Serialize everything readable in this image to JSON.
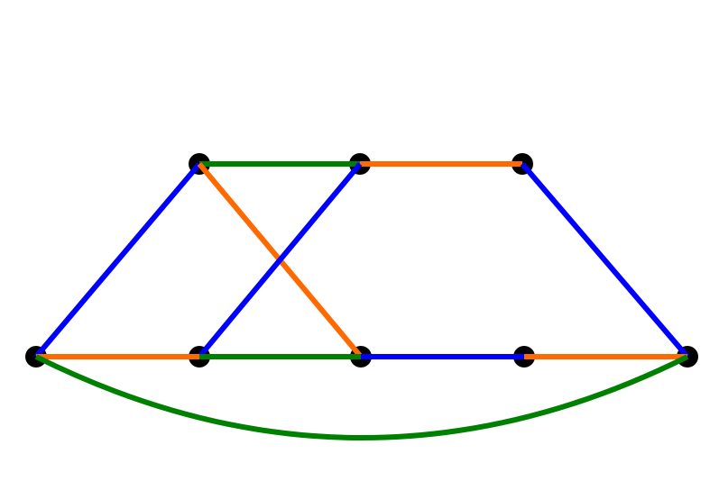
{
  "graph": {
    "nodes": [
      "t1",
      "t2",
      "t3",
      "b1",
      "b2",
      "b3",
      "b4",
      "b5"
    ],
    "node_color": "#000000",
    "colors": {
      "green": "#008000",
      "orange": "#ff6a00",
      "blue": "#0000ff"
    },
    "edges": [
      {
        "from": "t1",
        "to": "t2",
        "color": "green"
      },
      {
        "from": "t2",
        "to": "t3",
        "color": "orange"
      },
      {
        "from": "t3",
        "to": "b5",
        "color": "blue"
      },
      {
        "from": "t1",
        "to": "b1",
        "color": "blue"
      },
      {
        "from": "t1",
        "to": "b3",
        "color": "orange"
      },
      {
        "from": "t2",
        "to": "b2",
        "color": "blue"
      },
      {
        "from": "b1",
        "to": "b2",
        "color": "orange"
      },
      {
        "from": "b2",
        "to": "b3",
        "color": "green"
      },
      {
        "from": "b3",
        "to": "b4",
        "color": "blue"
      },
      {
        "from": "b4",
        "to": "b5",
        "color": "orange"
      },
      {
        "from": "b1",
        "to": "b5",
        "color": "green",
        "curved": true
      }
    ]
  }
}
